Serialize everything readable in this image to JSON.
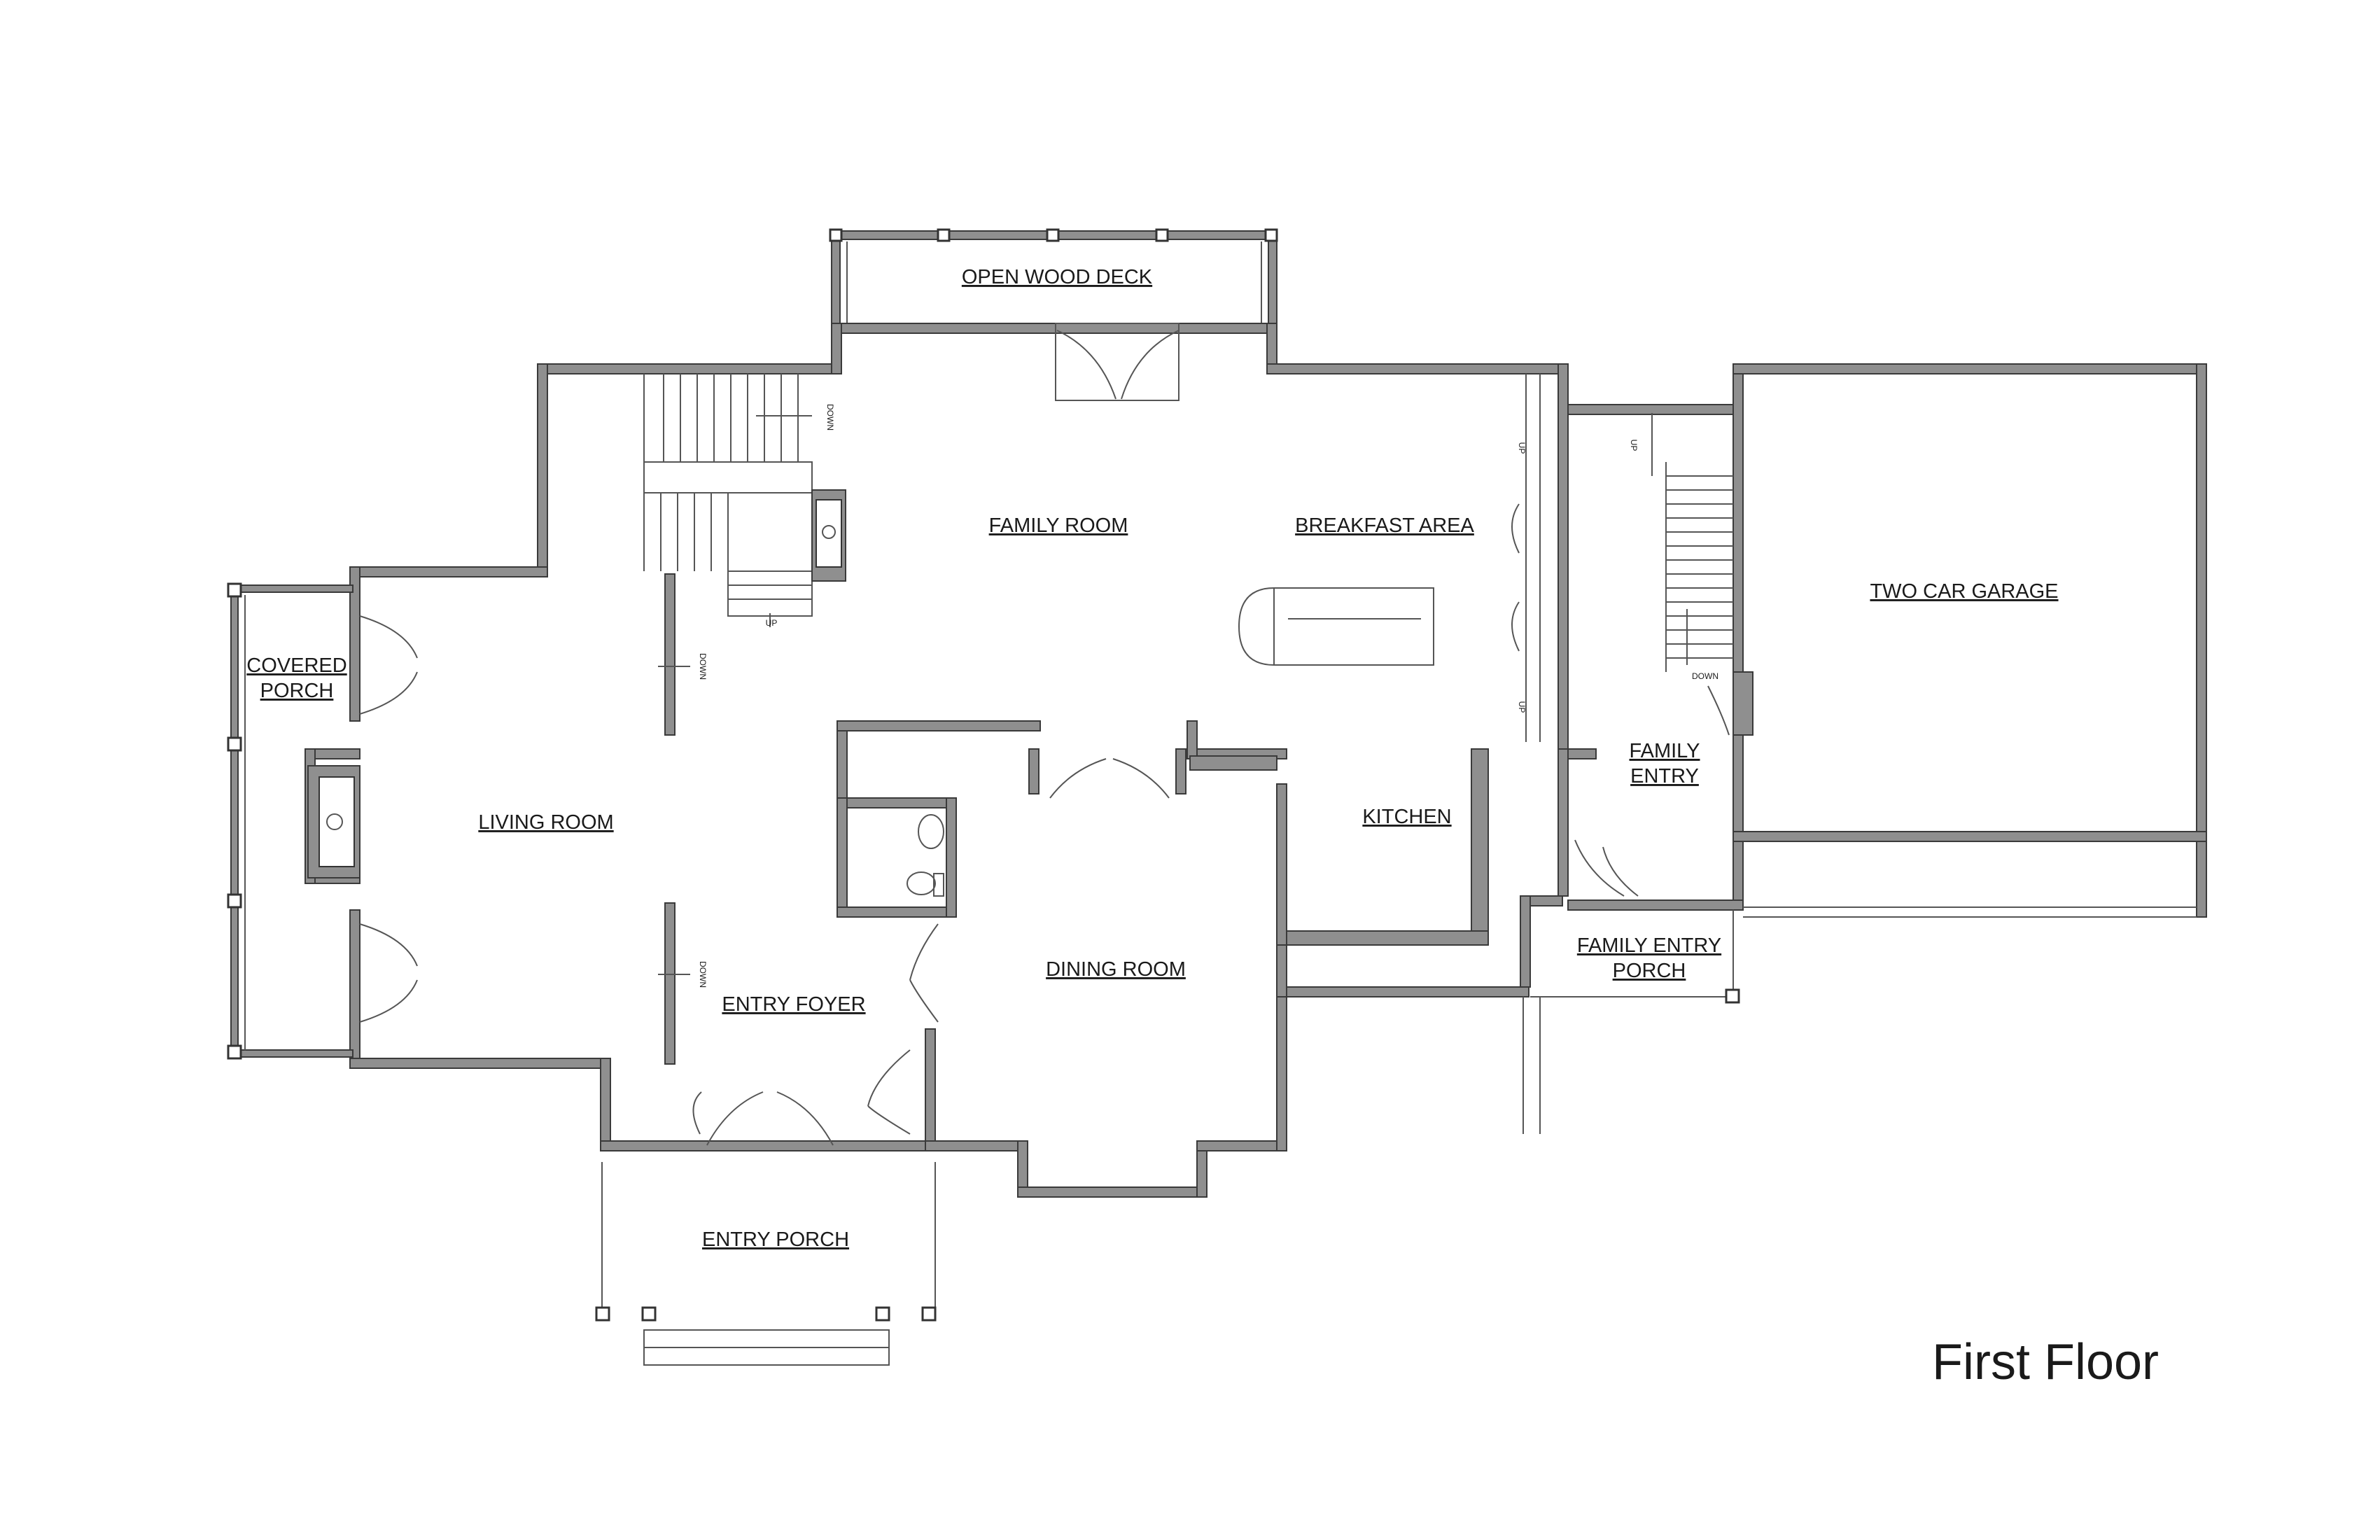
{
  "title": "First Floor",
  "rooms": {
    "open_wood_deck": "OPEN WOOD DECK",
    "family_room": "FAMILY ROOM",
    "breakfast_area": "BREAKFAST AREA",
    "covered_porch_1": "COVERED",
    "covered_porch_2": "PORCH",
    "living_room": "LIVING ROOM",
    "entry_foyer": "ENTRY FOYER",
    "dining_room": "DINING ROOM",
    "kitchen": "KITCHEN",
    "family_entry_1": "FAMILY",
    "family_entry_2": "ENTRY",
    "family_entry_porch_1": "FAMILY ENTRY",
    "family_entry_porch_2": "PORCH",
    "two_car_garage": "TWO CAR GARAGE",
    "entry_porch": "ENTRY PORCH"
  },
  "stair_labels": {
    "down": "DOWN",
    "up": "UP"
  }
}
